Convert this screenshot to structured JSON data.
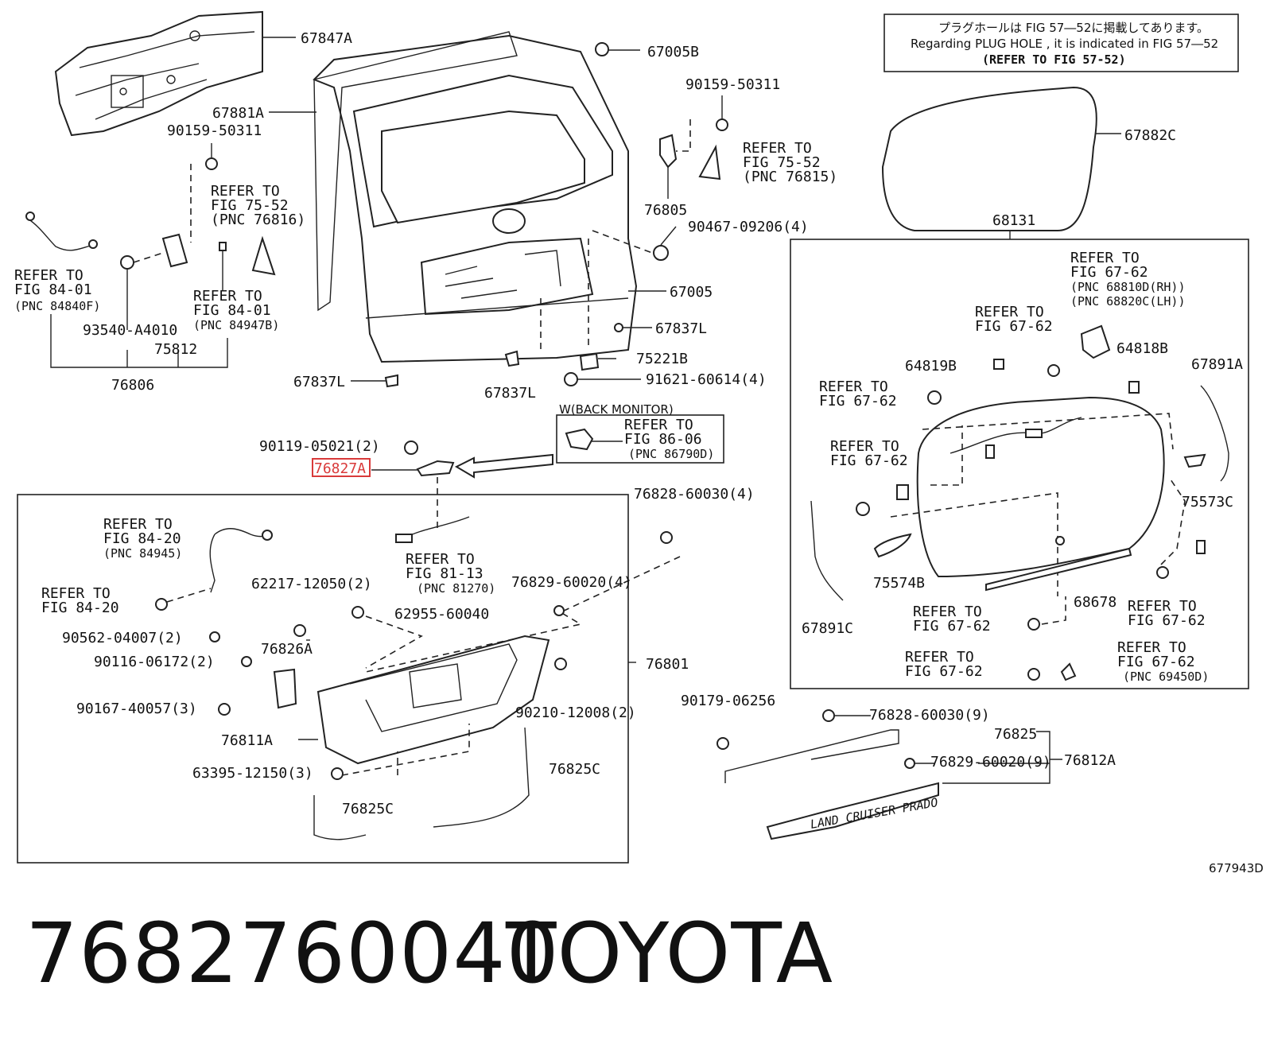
{
  "note": {
    "jp": "プラグホールは FIG 57―52に掲載してあります。",
    "en": "Regarding PLUG HOLE , it is indicated in FIG 57―52",
    "ref": "(REFER TO FIG 57-52)"
  },
  "labels": {
    "l67847A": "67847A",
    "l67005B": "67005B",
    "l67881A": "67881A",
    "l90159a": "90159-50311",
    "l90159b": "90159-50311",
    "l67882C": "67882C",
    "l68131": "68131",
    "l76805": "76805",
    "l90467": "90467-09206(4)",
    "l67005": "67005",
    "l67837La": "67837L",
    "l67837Lb": "67837L",
    "l67837Lc": "67837L",
    "l75221B": "75221B",
    "l91621": "91621-60614(4)",
    "l93540": "93540-A4010",
    "l75812": "75812",
    "l76806": "76806",
    "l64819B": "64819B",
    "l64818B": "64818B",
    "l67891A": "67891A",
    "l75573C": "75573C",
    "l75574B": "75574B",
    "l68678": "68678",
    "l67891C": "67891C",
    "l90119": "90119-05021(2)",
    "l76827A": "76827A",
    "l76828a": "76828-60030(4)",
    "l76829a": "76829-60020(4)",
    "l62217": "62217-12050(2)",
    "l62955": "62955-60040",
    "l90562": "90562-04007(2)",
    "l90116": "90116-06172(2)",
    "l76826A": "76826A",
    "l76801": "76801",
    "l90167": "90167-40057(3)",
    "l90210": "90210-12008(2)",
    "l76811A": "76811A",
    "l63395": "63395-12150(3)",
    "l76825Ca": "76825C",
    "l76825Cb": "76825C",
    "l90179": "90179-06256",
    "l76828b": "76828-60030(9)",
    "l76825": "76825",
    "l76829b": "76829-60020(9)",
    "l76812A": "76812A",
    "diagram_id": "677943D",
    "back_monitor": "W(BACK MONITOR)",
    "emblem": "LAND CRUISER PRADO"
  },
  "refs": {
    "r1": [
      "REFER TO",
      "FIG 75-52",
      "(PNC 76815)"
    ],
    "r2": [
      "REFER TO",
      "FIG 75-52",
      "(PNC 76816)"
    ],
    "r3": [
      "REFER TO",
      "FIG 84-01",
      "(PNC 84840F)"
    ],
    "r4": [
      "REFER TO",
      "FIG 84-01",
      "(PNC 84947B)"
    ],
    "r5": [
      "REFER TO",
      "FIG 67-62",
      "(PNC 68810D(RH))",
      "(PNC 68820C(LH))"
    ],
    "r6": [
      "REFER TO",
      "FIG 67-62"
    ],
    "r7": [
      "REFER TO",
      "FIG 67-62"
    ],
    "r8": [
      "REFER TO",
      "FIG 67-62"
    ],
    "r9": [
      "REFER TO",
      "FIG 67-62"
    ],
    "r10": [
      "REFER TO",
      "FIG 67-62"
    ],
    "r11": [
      "REFER TO",
      "FIG 67-62"
    ],
    "r12": [
      "REFER TO",
      "FIG 67-62",
      "(PNC 69450D)"
    ],
    "r13": [
      "REFER TO",
      "FIG 86-06",
      "(PNC 86790D)"
    ],
    "r14": [
      "REFER TO",
      "FIG 84-20",
      "(PNC 84945)"
    ],
    "r15": [
      "REFER TO",
      "FIG 84-20"
    ],
    "r16": [
      "REFER TO",
      "FIG 81-13",
      "(PNC 81270)"
    ]
  },
  "caption": {
    "part_number": "7682760040",
    "brand": "TOYOTA"
  },
  "colors": {
    "highlight": "#d93a3a",
    "ink": "#222222"
  }
}
